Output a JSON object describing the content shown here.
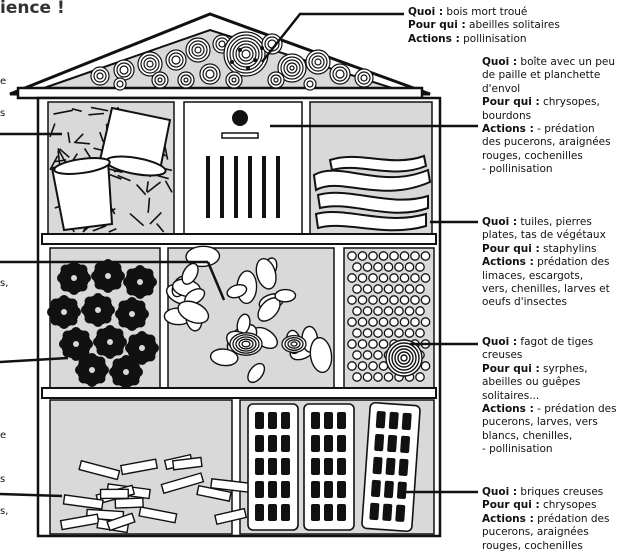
{
  "heading": "ience !",
  "edge_fragments": [
    {
      "text": "e"
    },
    {
      "text": "s"
    },
    {
      "text": "s,"
    },
    {
      "text": "e"
    },
    {
      "text": "s"
    },
    {
      "text": "s,"
    }
  ],
  "key_labels": {
    "what": "Quoi :",
    "for_whom": "Pour qui :",
    "actions": "Actions :"
  },
  "annotations": [
    {
      "id": "roof",
      "lines": [
        [
          {
            "k": "what"
          },
          {
            "t": " bois mort troué"
          }
        ],
        [
          {
            "k": "for_whom"
          },
          {
            "t": " abeilles solitaires"
          }
        ],
        [
          {
            "k": "actions"
          },
          {
            "t": " pollinisation"
          }
        ]
      ]
    },
    {
      "id": "box",
      "lines": [
        [
          {
            "k": "what"
          },
          {
            "t": " boîte avec un peu"
          }
        ],
        [
          {
            "t": "de paille et planchette"
          }
        ],
        [
          {
            "t": "d'envol"
          }
        ],
        [
          {
            "k": "for_whom"
          },
          {
            "t": " chrysopes,"
          }
        ],
        [
          {
            "t": "bourdons"
          }
        ],
        [
          {
            "k": "actions"
          },
          {
            "t": " - prédation"
          }
        ],
        [
          {
            "t": "des pucerons, araignées"
          }
        ],
        [
          {
            "t": "rouges, cochenilles"
          }
        ],
        [
          {
            "t": "-  pollinisation"
          }
        ]
      ]
    },
    {
      "id": "tiles",
      "lines": [
        [
          {
            "k": "what"
          },
          {
            "t": " tuiles, pierres"
          }
        ],
        [
          {
            "t": "plates, tas de végétaux"
          }
        ],
        [
          {
            "k": "for_whom"
          },
          {
            "t": " staphylins"
          }
        ],
        [
          {
            "k": "actions"
          },
          {
            "t": " prédation des"
          }
        ],
        [
          {
            "t": "limaces, escargots,"
          }
        ],
        [
          {
            "t": "vers, chenilles, larves et"
          }
        ],
        [
          {
            "t": "oeufs d'insectes"
          }
        ]
      ]
    },
    {
      "id": "stems",
      "lines": [
        [
          {
            "k": "what"
          },
          {
            "t": " fagot de tiges"
          }
        ],
        [
          {
            "t": "creuses"
          }
        ],
        [
          {
            "k": "for_whom"
          },
          {
            "t": " syrphes,"
          }
        ],
        [
          {
            "t": "abeilles ou guêpes"
          }
        ],
        [
          {
            "t": "solitaires..."
          }
        ],
        [
          {
            "k": "actions"
          },
          {
            "t": " - prédation des"
          }
        ],
        [
          {
            "t": "pucerons, larves, vers"
          }
        ],
        [
          {
            "t": "blancs, chenilles,"
          }
        ],
        [
          {
            "t": "- pollinisation"
          }
        ]
      ]
    },
    {
      "id": "bricks",
      "lines": [
        [
          {
            "k": "what"
          },
          {
            "t": " briques creuses"
          }
        ],
        [
          {
            "k": "for_whom"
          },
          {
            "t": " chrysopes"
          }
        ],
        [
          {
            "k": "actions"
          },
          {
            "t": " prédation des"
          }
        ],
        [
          {
            "t": "pucerons, araignées"
          }
        ],
        [
          {
            "t": "rouges, cochenilles"
          }
        ]
      ]
    }
  ],
  "colors": {
    "panel_fill": "#d9d9d9",
    "line": "#111111",
    "background": "#ffffff"
  }
}
